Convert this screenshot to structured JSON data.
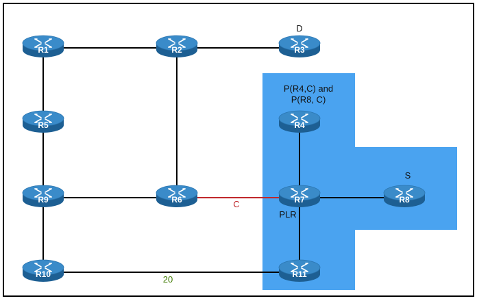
{
  "colors": {
    "region": "#4aa3f0",
    "router_top": "#3a8bc9",
    "router_side": "#1d5f93",
    "link": "#000000",
    "link_highlight": "#c0282b",
    "metric_green": "#3f7a00",
    "frame": "#000000"
  },
  "icon": "router-icon",
  "routers": [
    {
      "id": "R1",
      "label": "R1"
    },
    {
      "id": "R2",
      "label": "R2"
    },
    {
      "id": "R3",
      "label": "R3"
    },
    {
      "id": "R4",
      "label": "R4"
    },
    {
      "id": "R5",
      "label": "R5"
    },
    {
      "id": "R6",
      "label": "R6"
    },
    {
      "id": "R7",
      "label": "R7"
    },
    {
      "id": "R8",
      "label": "R8"
    },
    {
      "id": "R9",
      "label": "R9"
    },
    {
      "id": "R10",
      "label": "R10"
    },
    {
      "id": "R11",
      "label": "R11"
    }
  ],
  "links": [
    {
      "from": "R1",
      "to": "R2"
    },
    {
      "from": "R2",
      "to": "R3"
    },
    {
      "from": "R1",
      "to": "R5"
    },
    {
      "from": "R5",
      "to": "R9"
    },
    {
      "from": "R9",
      "to": "R10"
    },
    {
      "from": "R2",
      "to": "R6"
    },
    {
      "from": "R9",
      "to": "R6"
    },
    {
      "from": "R6",
      "to": "R7",
      "highlight": true
    },
    {
      "from": "R4",
      "to": "R7"
    },
    {
      "from": "R7",
      "to": "R8"
    },
    {
      "from": "R7",
      "to": "R11"
    },
    {
      "from": "R10",
      "to": "R11"
    }
  ],
  "annotations": {
    "destination": "D",
    "source": "S",
    "p_space_line1": "P(R4,C) and",
    "p_space_line2": "P(R8, C)",
    "link_c": "C",
    "plr": "PLR",
    "metric": "20"
  }
}
